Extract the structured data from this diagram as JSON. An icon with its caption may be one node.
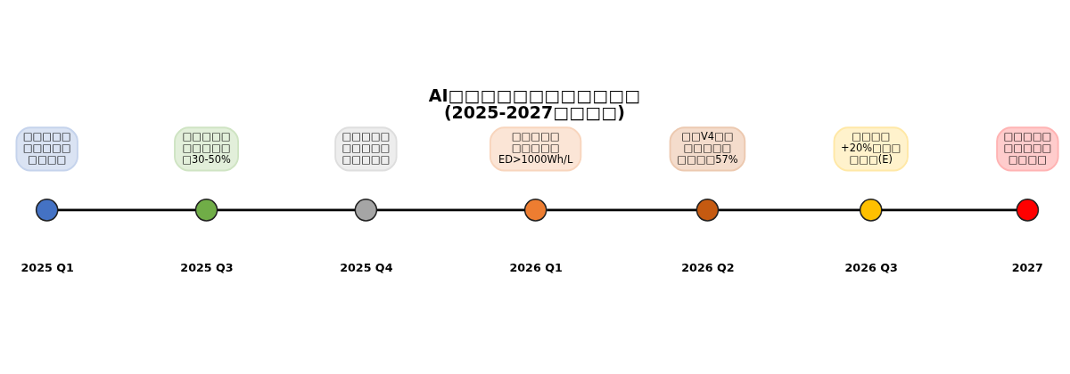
{
  "diagram": {
    "title": "AI□□□□□□□□□□□□(2025-2027□□□□)",
    "nodes": [
      {
        "text": [
          "□□□□□□□□□□□□□□"
        ]
      },
      {
        "text": [
          "□□□□□□□□□□□30-50%"
        ]
      },
      {
        "text": [
          "□□□□□□□□□□□□□□□"
        ]
      },
      {
        "text": [
          "□□□□□□□□□□ED>1000Wh/L"
        ]
      },
      {
        "text": [
          "□□V4□□□□□□□□□□□57%"
        ]
      },
      {
        "text": [
          "□□□□+20%□□□□□□(E)"
        ]
      },
      {
        "text": [
          "□□□□□□□□□□□□□□"
        ]
      },
      {
        "text": [],
        "shape": "circle",
        "beside": [
          "2025 Q1"
        ]
      },
      {
        "text": [],
        "shape": "circle",
        "beside": [
          "2025 Q3"
        ]
      },
      {
        "text": [],
        "shape": "circle",
        "beside": [
          "2025 Q4"
        ]
      },
      {
        "text": [],
        "shape": "circle",
        "beside": [
          "2026 Q1"
        ]
      },
      {
        "text": [],
        "shape": "circle",
        "beside": [
          "2026 Q2"
        ]
      },
      {
        "text": [],
        "shape": "circle",
        "beside": [
          "2026 Q3"
        ]
      },
      {
        "text": [],
        "shape": "circle",
        "beside": [
          "2027"
        ]
      }
    ],
    "edges": [
      {
        "from": 7,
        "to": 8,
        "arrow": "none"
      },
      {
        "from": 8,
        "to": 9,
        "arrow": "none"
      },
      {
        "from": 9,
        "to": 10,
        "arrow": "none"
      },
      {
        "from": 10,
        "to": 11,
        "arrow": "none"
      },
      {
        "from": 11,
        "to": 12,
        "arrow": "none"
      },
      {
        "from": 12,
        "to": 13,
        "arrow": "none"
      }
    ]
  }
}
